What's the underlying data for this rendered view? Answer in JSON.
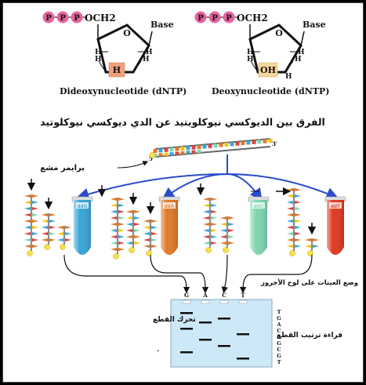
{
  "top": {
    "left": {
      "phosphates": [
        "P",
        "P",
        "P"
      ],
      "och2": "OCH2",
      "base": "Base",
      "h_left": "H",
      "h_right": "H",
      "h_top_left": "H",
      "h_top_right": "H",
      "bottom_group": "H",
      "caption": "Dideoxynucleotide (dNTP)"
    },
    "right": {
      "phosphates": [
        "P",
        "P",
        "P"
      ],
      "och2": "OCH2",
      "base": "Base",
      "h_left": "H",
      "h_right": "H",
      "h_top_left": "H",
      "h_top_right": "H",
      "bottom_group": "OH",
      "bottom_right": "H",
      "caption": "Deoxynucleotide (dNTP)"
    }
  },
  "title": "الفرق بين الديوكسي نيوكلويتيد عن الدي ديوكسي نيوكلوتيد",
  "primer_label": "برايمر مشع",
  "strand_ends": {
    "left": "5'",
    "right": "3'"
  },
  "tubes": [
    {
      "label": "ddG",
      "color": "#3aa5d8"
    },
    {
      "label": "ddA",
      "color": "#e07a28"
    },
    {
      "label": "ddC",
      "color": "#7fd6b0"
    },
    {
      "label": "ddT",
      "color": "#e03a22"
    }
  ],
  "gel": {
    "lanes": [
      "G",
      "A",
      "C",
      "T"
    ],
    "left_label": "تحرك القطع",
    "top_right_label": "وضع العينات على لوح الأجروز",
    "bottom_right_label": "قراءة ترتيب القطع",
    "sequence": [
      "T",
      "G",
      "A",
      "C",
      "A",
      "G",
      "C",
      "G",
      "T"
    ]
  },
  "colors": {
    "phosphate": "#e8629e",
    "h_box": "#f2a07a",
    "oh_box": "#f5d79a",
    "arrow_blue": "#2a4cc9",
    "gel": "#cde9f8"
  }
}
